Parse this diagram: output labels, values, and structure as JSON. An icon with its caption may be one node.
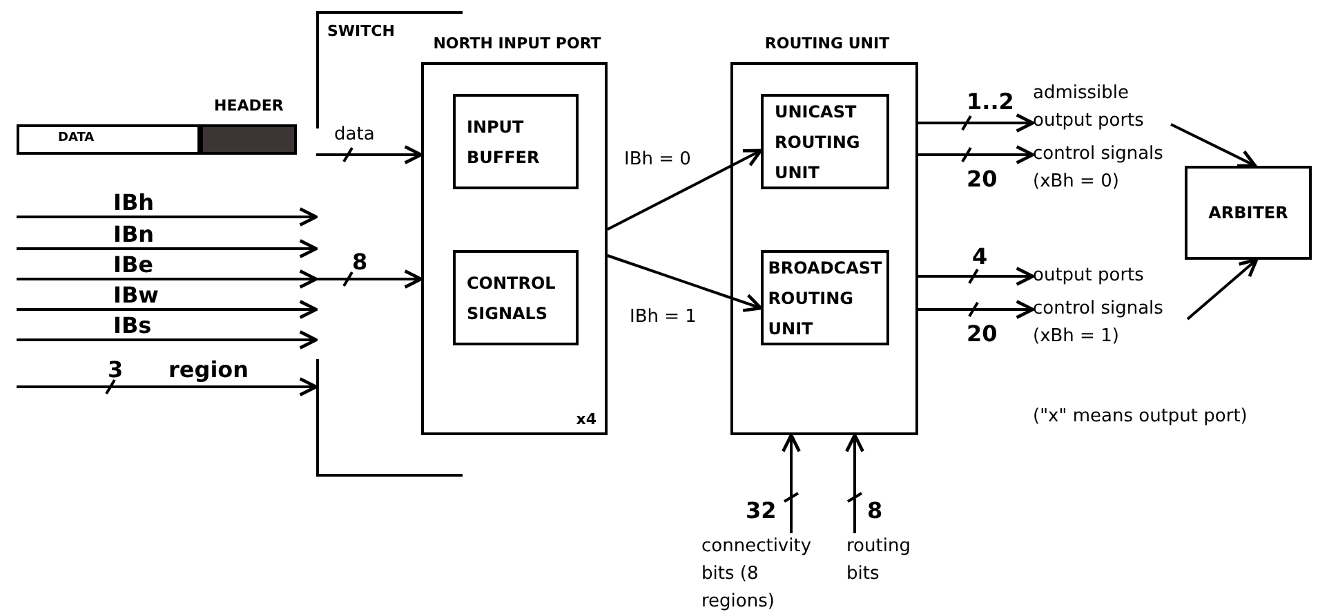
{
  "diagram": {
    "nodes": [
      {
        "text": [
          "SWITCH"
        ]
      },
      {
        "text": [
          "DATA"
        ]
      },
      {
        "text": [
          "HEADER"
        ]
      },
      {
        "text": [
          "NORTH INPUT PORT",
          "x4"
        ]
      },
      {
        "text": [
          "INPUT BUFFER"
        ],
        "in": 3
      },
      {
        "text": [
          "CONTROL SIGNALS"
        ],
        "in": 3
      },
      {
        "text": [
          "ROUTING UNIT"
        ]
      },
      {
        "text": [
          "UNICAST ROUTING UNIT"
        ],
        "in": 6
      },
      {
        "text": [
          "BROADCAST ROUTING UNIT"
        ],
        "in": 6
      },
      {
        "text": [
          "admissible output ports"
        ]
      },
      {
        "text": [
          "control signals",
          "(xBh = 0)"
        ]
      },
      {
        "text": [
          "output ports"
        ]
      },
      {
        "text": [
          "control signals",
          "(xBh = 1)"
        ]
      },
      {
        "text": [
          "ARBITER"
        ]
      },
      {
        "text": [
          "connectivity bits (8 regions)"
        ]
      },
      {
        "text": [
          "routing bits"
        ]
      }
    ],
    "edges": [
      {
        "from": null,
        "to": 0,
        "arrow": "to",
        "label": "IBh"
      },
      {
        "from": null,
        "to": 0,
        "arrow": "to",
        "label": "IBn"
      },
      {
        "from": null,
        "to": 0,
        "arrow": "to",
        "label": "IBe"
      },
      {
        "from": null,
        "to": 0,
        "arrow": "to",
        "label": "IBw"
      },
      {
        "from": null,
        "to": 0,
        "arrow": "to",
        "label": "IBs"
      },
      {
        "from": null,
        "to": 0,
        "arrow": "to",
        "label": "region"
      },
      {
        "from": 0,
        "to": 3,
        "arrow": "to",
        "label": "data"
      },
      {
        "from": 0,
        "to": 3,
        "arrow": "to",
        "label": "8"
      },
      {
        "from": 3,
        "to": 7,
        "arrow": "to",
        "label": "IBh = 0"
      },
      {
        "from": 3,
        "to": 8,
        "arrow": "to",
        "label": "IBh = 1"
      },
      {
        "from": 6,
        "to": 9,
        "arrow": "to",
        "label": "1..2"
      },
      {
        "from": 6,
        "to": 10,
        "arrow": "to",
        "label": "20"
      },
      {
        "from": 6,
        "to": 11,
        "arrow": "to",
        "label": "4"
      },
      {
        "from": 6,
        "to": 12,
        "arrow": "to",
        "label": "20"
      },
      {
        "from": 9,
        "to": 13,
        "arrow": "to"
      },
      {
        "from": 12,
        "to": 13,
        "arrow": "to"
      },
      {
        "from": 14,
        "to": 6,
        "arrow": "to",
        "label": "32"
      },
      {
        "from": 15,
        "to": 6,
        "arrow": "to",
        "label": "8"
      }
    ],
    "labels": [
      "3",
      "(\"x\" means output port)"
    ]
  }
}
